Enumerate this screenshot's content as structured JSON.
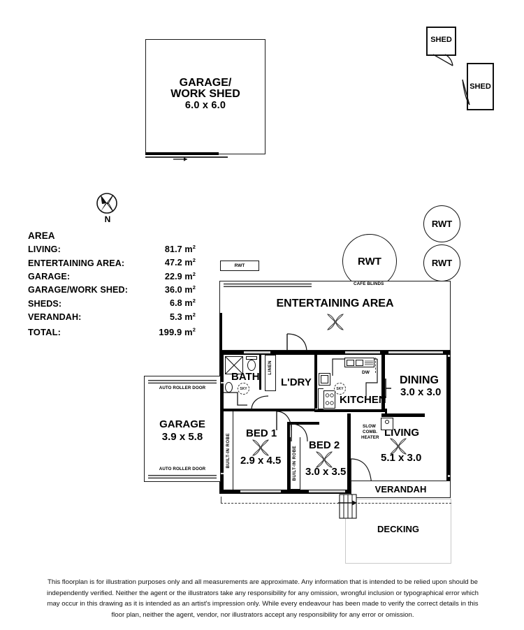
{
  "area": {
    "title": "AREA",
    "rows": [
      {
        "label": "LIVING:",
        "value": "81.7",
        "unit": "m",
        "sup": "2"
      },
      {
        "label": "ENTERTAINING AREA:",
        "value": "47.2",
        "unit": "m",
        "sup": "2"
      },
      {
        "label": "GARAGE:",
        "value": "22.9",
        "unit": "m",
        "sup": "2"
      },
      {
        "label": "GARAGE/WORK SHED:",
        "value": "36.0",
        "unit": "m",
        "sup": "2"
      },
      {
        "label": "SHEDS:",
        "value": "6.8",
        "unit": "m",
        "sup": "2"
      },
      {
        "label": "VERANDAH:",
        "value": "5.3",
        "unit": "m",
        "sup": "2"
      }
    ],
    "total": {
      "label": "TOTAL:",
      "value": "199.9",
      "unit": "m",
      "sup": "2"
    }
  },
  "compass": {
    "north_label": "N"
  },
  "outbuildings": {
    "workshed": {
      "name_line1": "GARAGE/",
      "name_line2": "WORK SHED",
      "dimensions": "6.0 x 6.0"
    },
    "shed_top": {
      "label": "SHED"
    },
    "shed_right": {
      "label": "SHED"
    }
  },
  "tanks": {
    "circle_large": "RWT",
    "circle_top_right": "RWT",
    "circle_bottom_right": "RWT",
    "rect": "RWT"
  },
  "rooms": {
    "entertaining": {
      "name": "ENTERTAINING AREA",
      "blinds_label": "CAFE BLINDS"
    },
    "bath": {
      "name": "BATH",
      "skylight": "SKY"
    },
    "linen": {
      "label": "LINEN"
    },
    "laundry": {
      "name": "L'DRY"
    },
    "kitchen": {
      "name": "KITCHEN",
      "skylight": "SKY",
      "dishwasher": "DW"
    },
    "dining": {
      "name": "DINING",
      "dimensions": "3.0 x 3.0"
    },
    "living": {
      "name": "LIVING",
      "dimensions": "5.1 x 3.0",
      "heater_line1": "SLOW",
      "heater_line2": "COMB.",
      "heater_line3": "HEATER"
    },
    "bed1": {
      "name": "BED 1",
      "dimensions": "2.9 x 4.5",
      "robe_label": "BUILT-IN ROBE"
    },
    "bed2": {
      "name": "BED 2",
      "dimensions": "3.0 x 3.5",
      "robe_label": "BUILT-IN ROBE"
    },
    "garage": {
      "name": "GARAGE",
      "dimensions": "3.9 x 5.8",
      "door_top": "AUTO ROLLER DOOR",
      "door_bottom": "AUTO ROLLER DOOR"
    },
    "verandah": {
      "name": "VERANDAH"
    },
    "decking": {
      "name": "DECKING"
    }
  },
  "disclaimer": {
    "text": "This floorplan is for illustration purposes only and all measurements are approximate. Any information that is intended to be relied upon should be independently verified. Neither the agent or the illustrators take any responsibility for any omission, wrongful inclusion or typographical error which may occur in this drawing as it is intended as an artist's impression only. While every endeavour has been made to verify the correct details in this floor plan, neither the agent, vendor, nor illustrators accept any responsibility for any error or omission."
  },
  "colors": {
    "wall": "#000000",
    "window": "#d7d7d7",
    "light_outline": "#c9c9c9",
    "background": "#ffffff"
  }
}
